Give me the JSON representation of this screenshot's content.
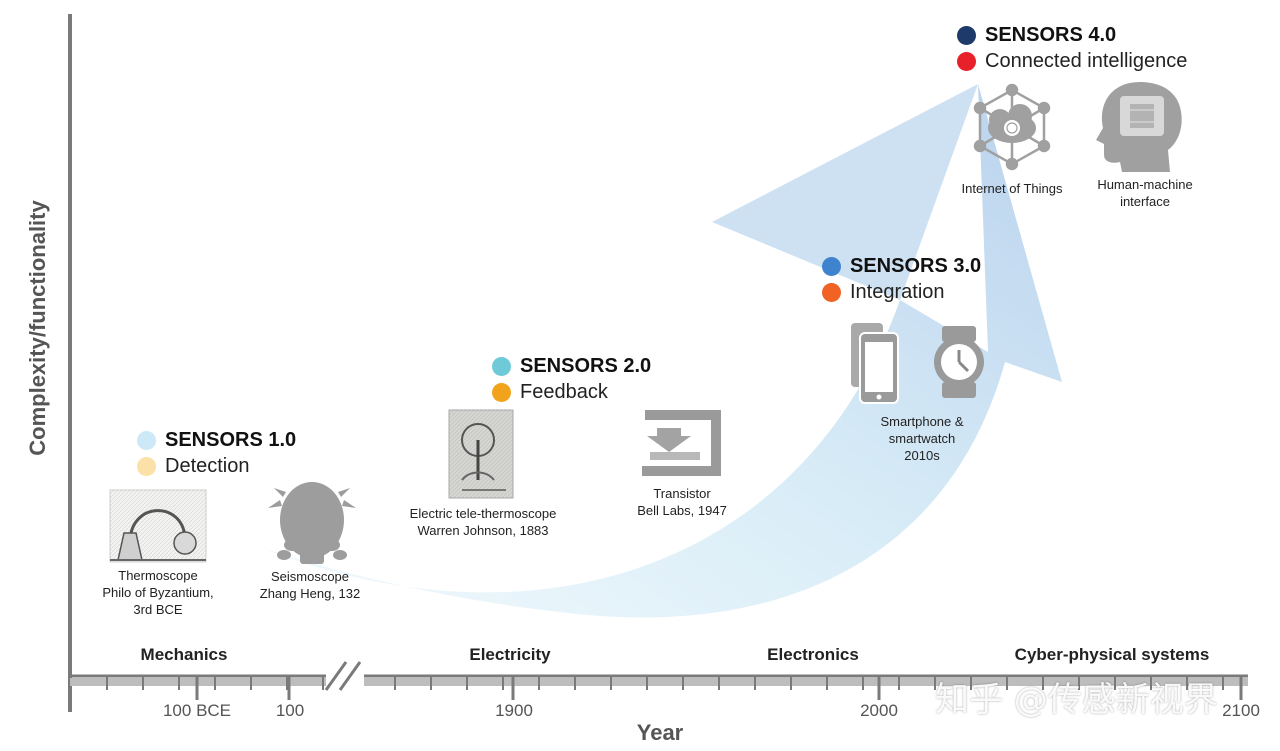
{
  "axes": {
    "y_label": "Complexity/functionality",
    "x_label": "Year",
    "ticks": [
      "100 BCE",
      "100",
      "1900",
      "2000",
      "2100"
    ]
  },
  "eras": [
    "Mechanics",
    "Electricity",
    "Electronics",
    "Cyber-physical systems"
  ],
  "generations": [
    {
      "title": "SENSORS 1.0",
      "subtitle": "Detection",
      "dot_color": "#cde9f7",
      "sub_dot_color": "#fbe0a8"
    },
    {
      "title": "SENSORS 2.0",
      "subtitle": "Feedback",
      "dot_color": "#6fcad8",
      "sub_dot_color": "#f2a31c"
    },
    {
      "title": "SENSORS 3.0",
      "subtitle": "Integration",
      "dot_color": "#3f83cf",
      "sub_dot_color": "#f06325"
    },
    {
      "title": "SENSORS 4.0",
      "subtitle": "Connected intelligence",
      "dot_color": "#1e3a6b",
      "sub_dot_color": "#e8202a"
    }
  ],
  "milestones": [
    {
      "icon": "thermoscope-icon",
      "lines": [
        "Thermoscope",
        "Philo of Byzantium,",
        "3rd BCE"
      ]
    },
    {
      "icon": "seismoscope-icon",
      "lines": [
        "Seismoscope",
        "Zhang Heng, 132"
      ]
    },
    {
      "icon": "tele-thermoscope-icon",
      "lines": [
        "Electric tele-thermoscope",
        "Warren Johnson, 1883"
      ]
    },
    {
      "icon": "transistor-icon",
      "lines": [
        "Transistor",
        "Bell Labs, 1947"
      ]
    },
    {
      "icon": "smartphone-smartwatch-icon",
      "lines": [
        "Smartphone &",
        "smartwatch",
        "2010s"
      ]
    },
    {
      "icon": "iot-cloud-icon",
      "lines": [
        "Internet of Things"
      ]
    },
    {
      "icon": "human-machine-head-icon",
      "lines": [
        "Human-machine",
        "interface"
      ]
    }
  ],
  "watermark": "知乎 @传感新视界",
  "colors": {
    "axis": "#7a7a7a",
    "arrow_light": "#eaf6fc",
    "arrow_dark": "#b9d3ee",
    "icon_grey": "#9a9a9a"
  }
}
